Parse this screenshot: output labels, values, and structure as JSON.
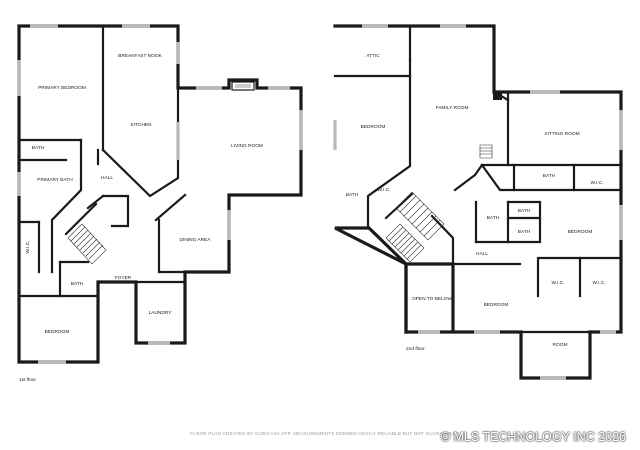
{
  "floor1": {
    "name": "1st floor",
    "rooms": {
      "primary_bedroom": "PRIMARY BEDROOM",
      "breakfast_nook": "BREAKFAST NOOK",
      "kitchen": "KITCHEN",
      "living_room": "LIVING ROOM",
      "bath_upper": "BATH",
      "primary_bath": "PRIMARY BATH",
      "hall": "HALL",
      "wic": "W.I.C.",
      "dining_area": "DINING AREA",
      "foyer": "FOYER",
      "bath_lower": "BATH",
      "bedroom": "BEDROOM",
      "laundry": "LAUNDRY"
    }
  },
  "floor2": {
    "name": "2nd floor",
    "rooms": {
      "attic": "ATTIC",
      "family_room": "FAMILY ROOM",
      "bedroom_left": "BEDROOM",
      "sitting_room": "SITTING ROOM",
      "bath_left": "BATH",
      "wic_left": "W.I.C.",
      "bath_top_right": "BATH",
      "wic_top_right": "W.I.C.",
      "bath_mid": "BATH",
      "bath_small_1": "BATH",
      "bath_small_2": "BATH",
      "bedroom_right": "BEDROOM",
      "hall": "HALL",
      "wic_lower_1": "W.I.C.",
      "wic_lower_2": "W.I.C.",
      "open_to_below": "OPEN TO BELOW",
      "bedroom_lower": "BEDROOM",
      "room": "ROOM"
    }
  },
  "footer": {
    "disclaimer": "FLOOR PLAN CREATED BY CUBICASA APP. MEASUREMENTS DEEMED HIGHLY RELIABLE BUT NOT GUARANTEED.",
    "copyright": "© MLS TECHNOLOGY INC 2026"
  }
}
